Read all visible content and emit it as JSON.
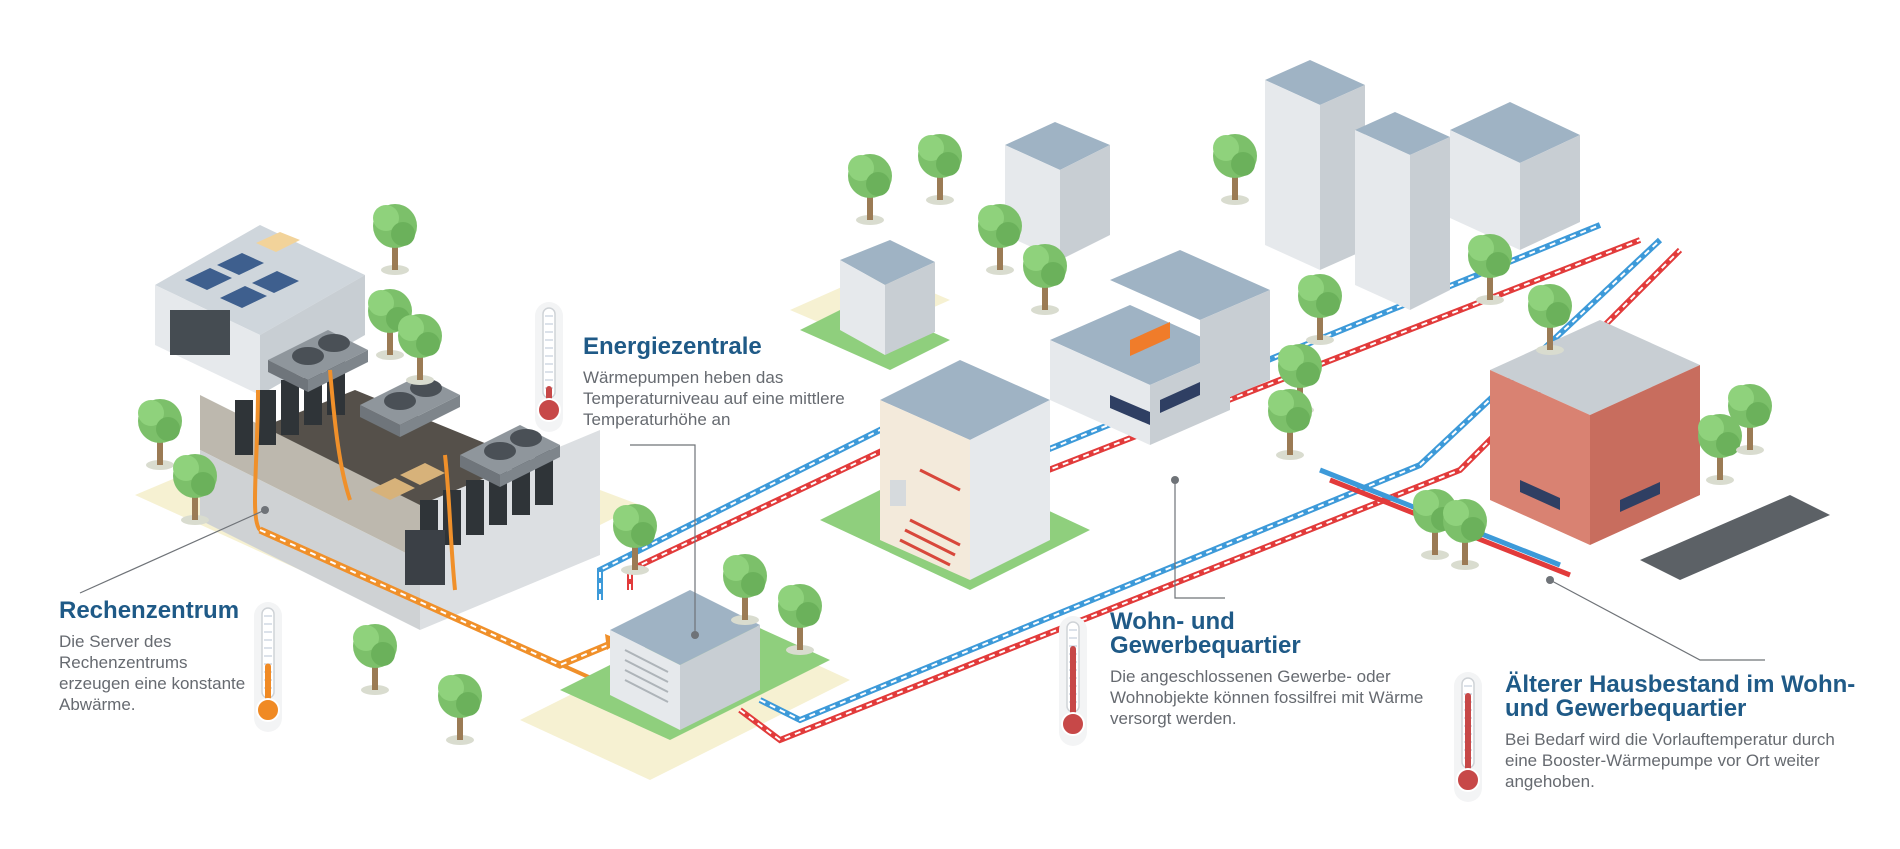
{
  "labels": {
    "rechenzentrum": {
      "title": "Rechenzentrum",
      "description": "Die Server des Rechenzentrums erzeugen eine konstante Abwärme."
    },
    "energiezentrale": {
      "title": "Energiezentrale",
      "description": "Wärmepumpen heben das Temperaturniveau auf eine mittlere Temperaturhöhe an"
    },
    "wohnquartier": {
      "title": "Wohn- und Gewerbequartier",
      "description": "Die angeschlossenen Gewerbe- oder Wohnobjekte können fossilfrei mit Wärme versorgt werden."
    },
    "altbau": {
      "title": "Älterer Hausbestand im Wohn- und Gewerbequartier",
      "description": "Bei Bedarf wird die Vorlauftemperatur durch eine Booster-Wärmepumpe vor Ort weiter angehoben."
    }
  },
  "thermometers": {
    "rechenzentrum": {
      "fill_color": "#f08a24",
      "level": 0.45
    },
    "energiezentrale": {
      "fill_color": "#c74848",
      "level": 0.2
    },
    "wohnquartier": {
      "fill_color": "#c74848",
      "level": 0.8
    },
    "altbau": {
      "fill_color": "#c74848",
      "level": 0.9
    }
  },
  "colors": {
    "title_blue": "#1f5a87",
    "pipe_orange": "#f0902a",
    "pipe_red": "#e23b3b",
    "pipe_blue": "#3d9ad9",
    "grass": "#8fcf7d",
    "ground": "#f6f1d2",
    "roof": "#9fb3c4",
    "facade": "#e6e9ec",
    "brick": "#d98272"
  }
}
